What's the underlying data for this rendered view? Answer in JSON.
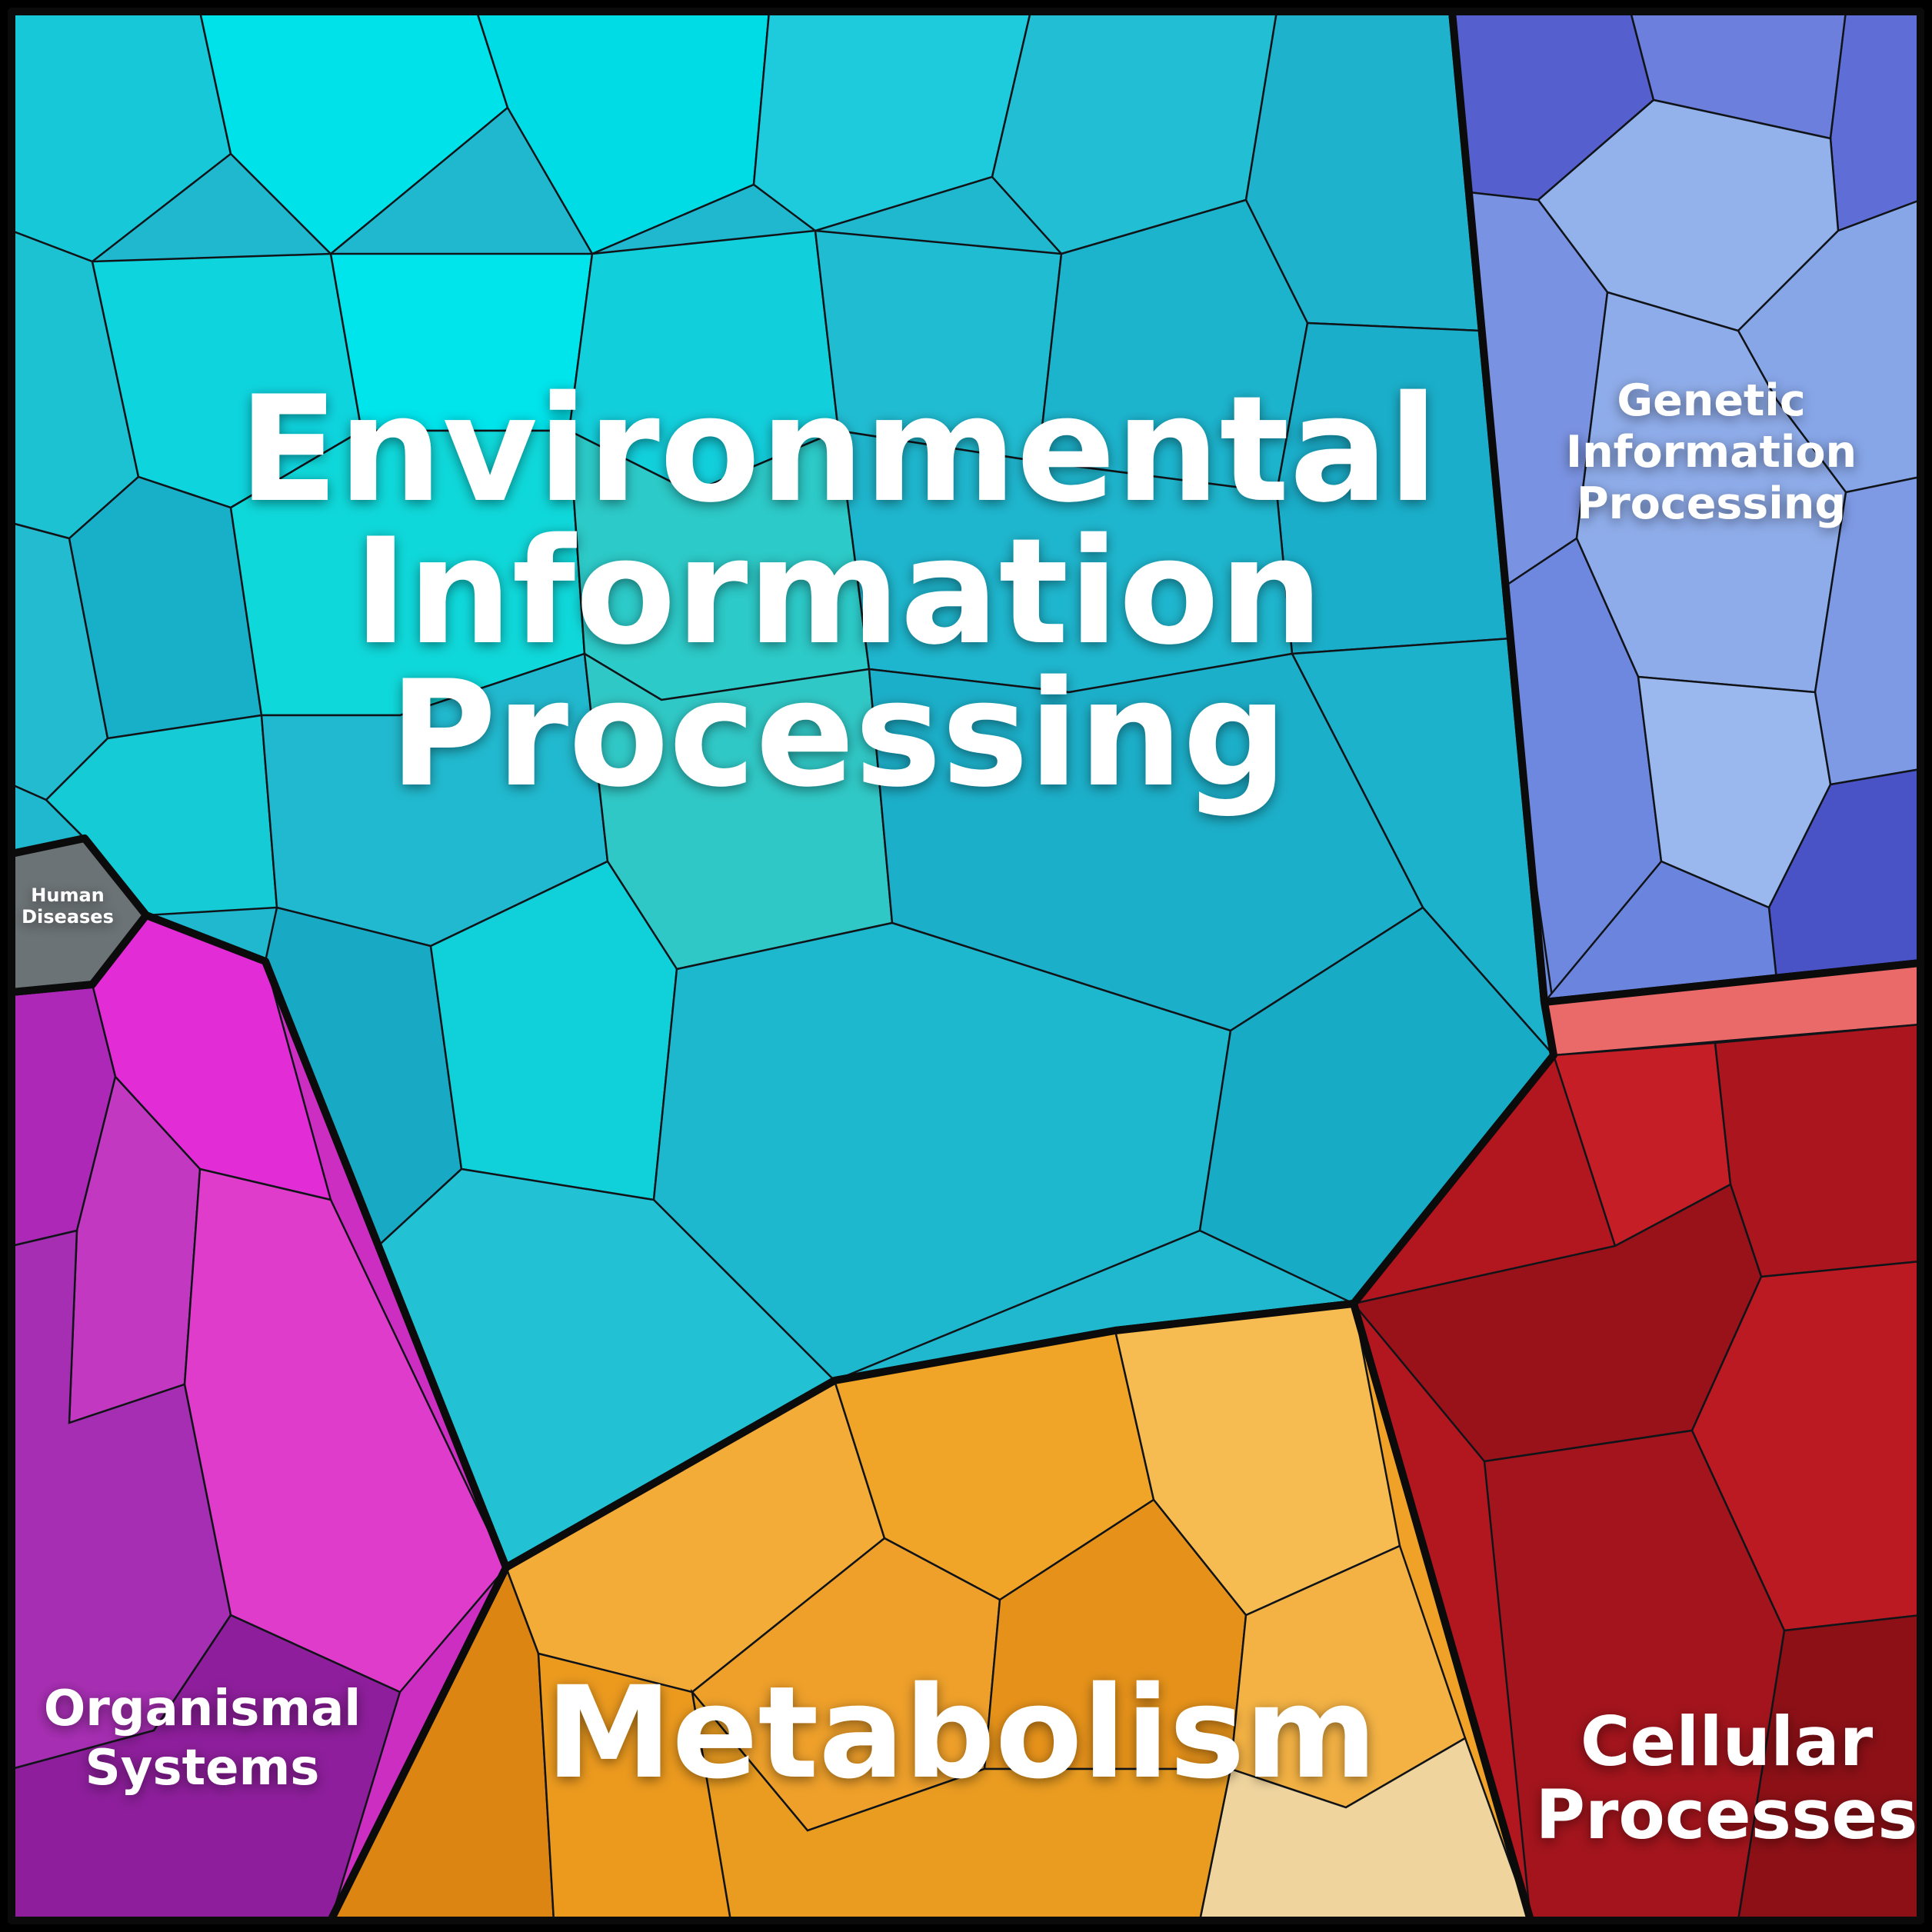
{
  "chart_data": {
    "type": "treemap",
    "variant": "voronoi-treemap",
    "title": "",
    "legend_position": "none",
    "categories": [
      {
        "label": "Environmental Information Processing",
        "color": "#1FB8CE",
        "area_pct_est": 51
      },
      {
        "label": "Metabolism",
        "color": "#F0A228",
        "area_pct_est": 15
      },
      {
        "label": "Cellular Processes",
        "color": "#B2161E",
        "area_pct_est": 12
      },
      {
        "label": "Genetic Information Processing",
        "color": "#6E8ADF",
        "area_pct_est": 11
      },
      {
        "label": "Organismal Systems",
        "color": "#CC2EC2",
        "area_pct_est": 9
      },
      {
        "label": "Human Diseases",
        "color": "#6C7376",
        "area_pct_est": 1
      }
    ]
  },
  "regions": {
    "eip": {
      "label_lines": [
        "Environmental",
        "Information",
        "Processing"
      ],
      "color": "#1FB8CE"
    },
    "gip": {
      "label_lines": [
        "Genetic",
        "Information",
        "Processing"
      ],
      "color": "#6E8ADF"
    },
    "cellular": {
      "label_lines": [
        "Cellular",
        "Processes"
      ],
      "color": "#B2161E",
      "accent_strip_color": "#EA6A6A"
    },
    "metabolism": {
      "label_lines": [
        "Metabolism"
      ],
      "color": "#F0A228"
    },
    "organismal": {
      "label_lines": [
        "Organismal",
        "Systems"
      ],
      "color": "#CC2EC2"
    },
    "human": {
      "label_lines": [
        "Human",
        "Diseases"
      ],
      "color": "#6C7376"
    }
  }
}
